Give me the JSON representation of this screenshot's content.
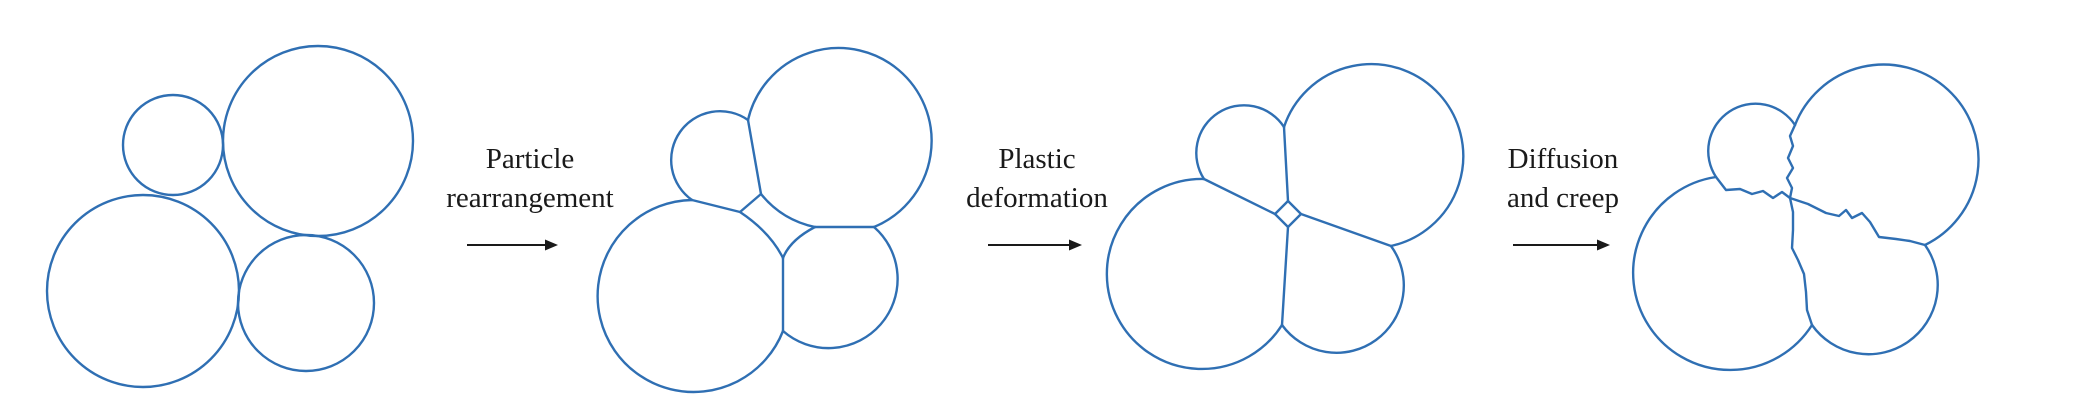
{
  "stages": [
    {
      "id": "initial-particles"
    },
    {
      "id": "rearranged-particles"
    },
    {
      "id": "deformed-particles"
    },
    {
      "id": "diffused-particles"
    }
  ],
  "arrows": [
    {
      "label_lines": [
        "Particle",
        "rearrangement"
      ]
    },
    {
      "label_lines": [
        "Plastic",
        "deformation"
      ]
    },
    {
      "label_lines": [
        "Diffusion",
        "and creep"
      ]
    }
  ],
  "colors": {
    "particle_outline": "#2f6fb3",
    "arrow": "#1a1a1a",
    "text": "#1a1a1a"
  }
}
